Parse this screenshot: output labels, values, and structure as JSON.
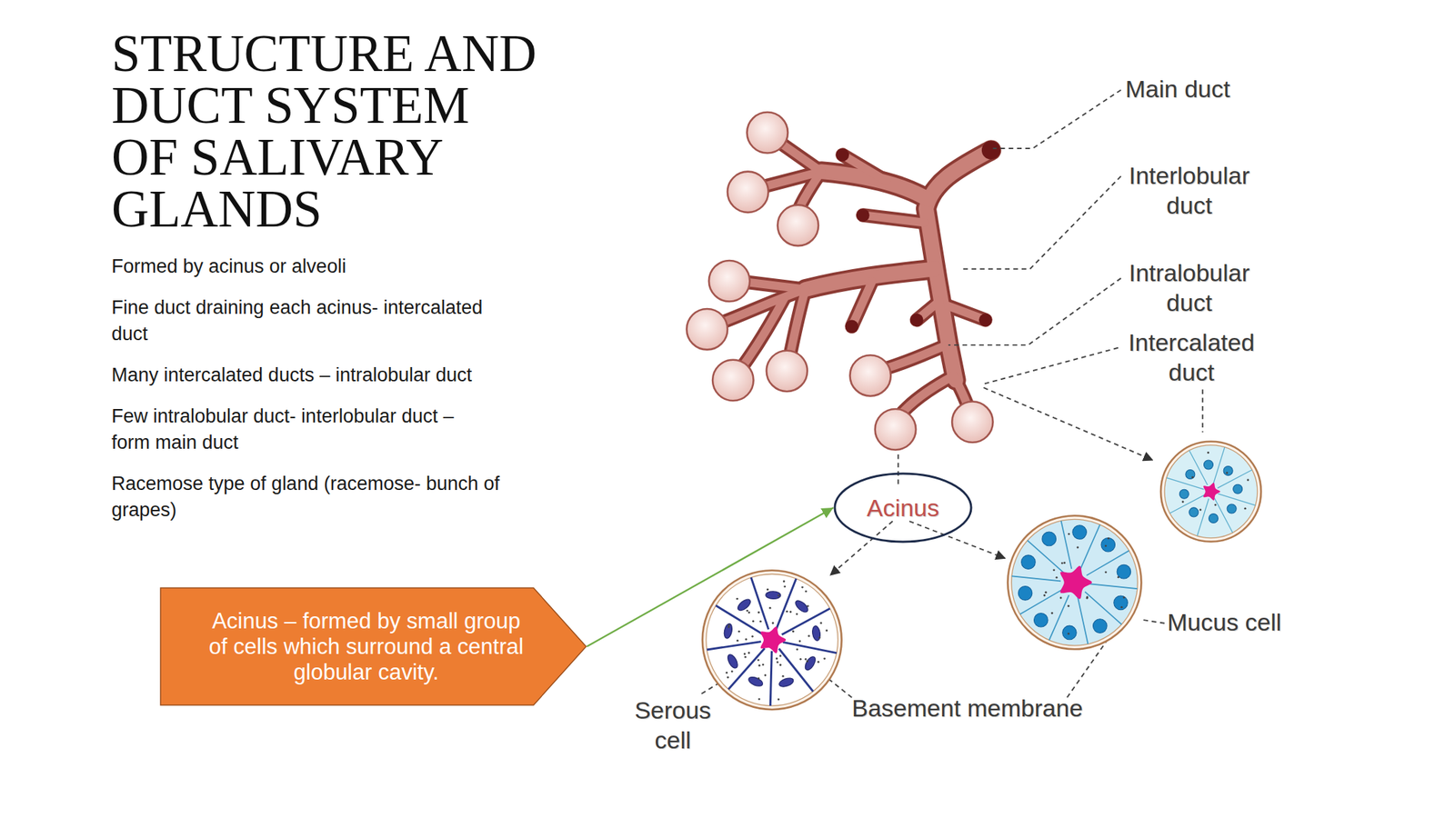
{
  "diagram": {
    "title": "STRUCTURE AND DUCT SYSTEM OF SALIVARY GLANDS",
    "nodes": [
      {
        "text": [
          "Acinus"
        ]
      },
      {
        "text": [
          "Acinus – formed by small group of cells which surround a central globular cavity."
        ]
      }
    ],
    "edges": [
      {
        "from": 1,
        "to": 0,
        "arrow": "to"
      }
    ],
    "labels": [
      "Formed by acinus or alveoli",
      "Fine duct draining each acinus- intercalated duct",
      "Many intercalated ducts – intralobular duct",
      "Few intralobular duct- interlobular duct – form main duct",
      "Racemose type of gland (racemose- bunch of grapes)",
      "Main duct",
      "Interlobular duct",
      "Intralobular duct",
      "Intercalated duct",
      "Mucus cell",
      "Serous cell",
      "Basement membrane"
    ]
  }
}
